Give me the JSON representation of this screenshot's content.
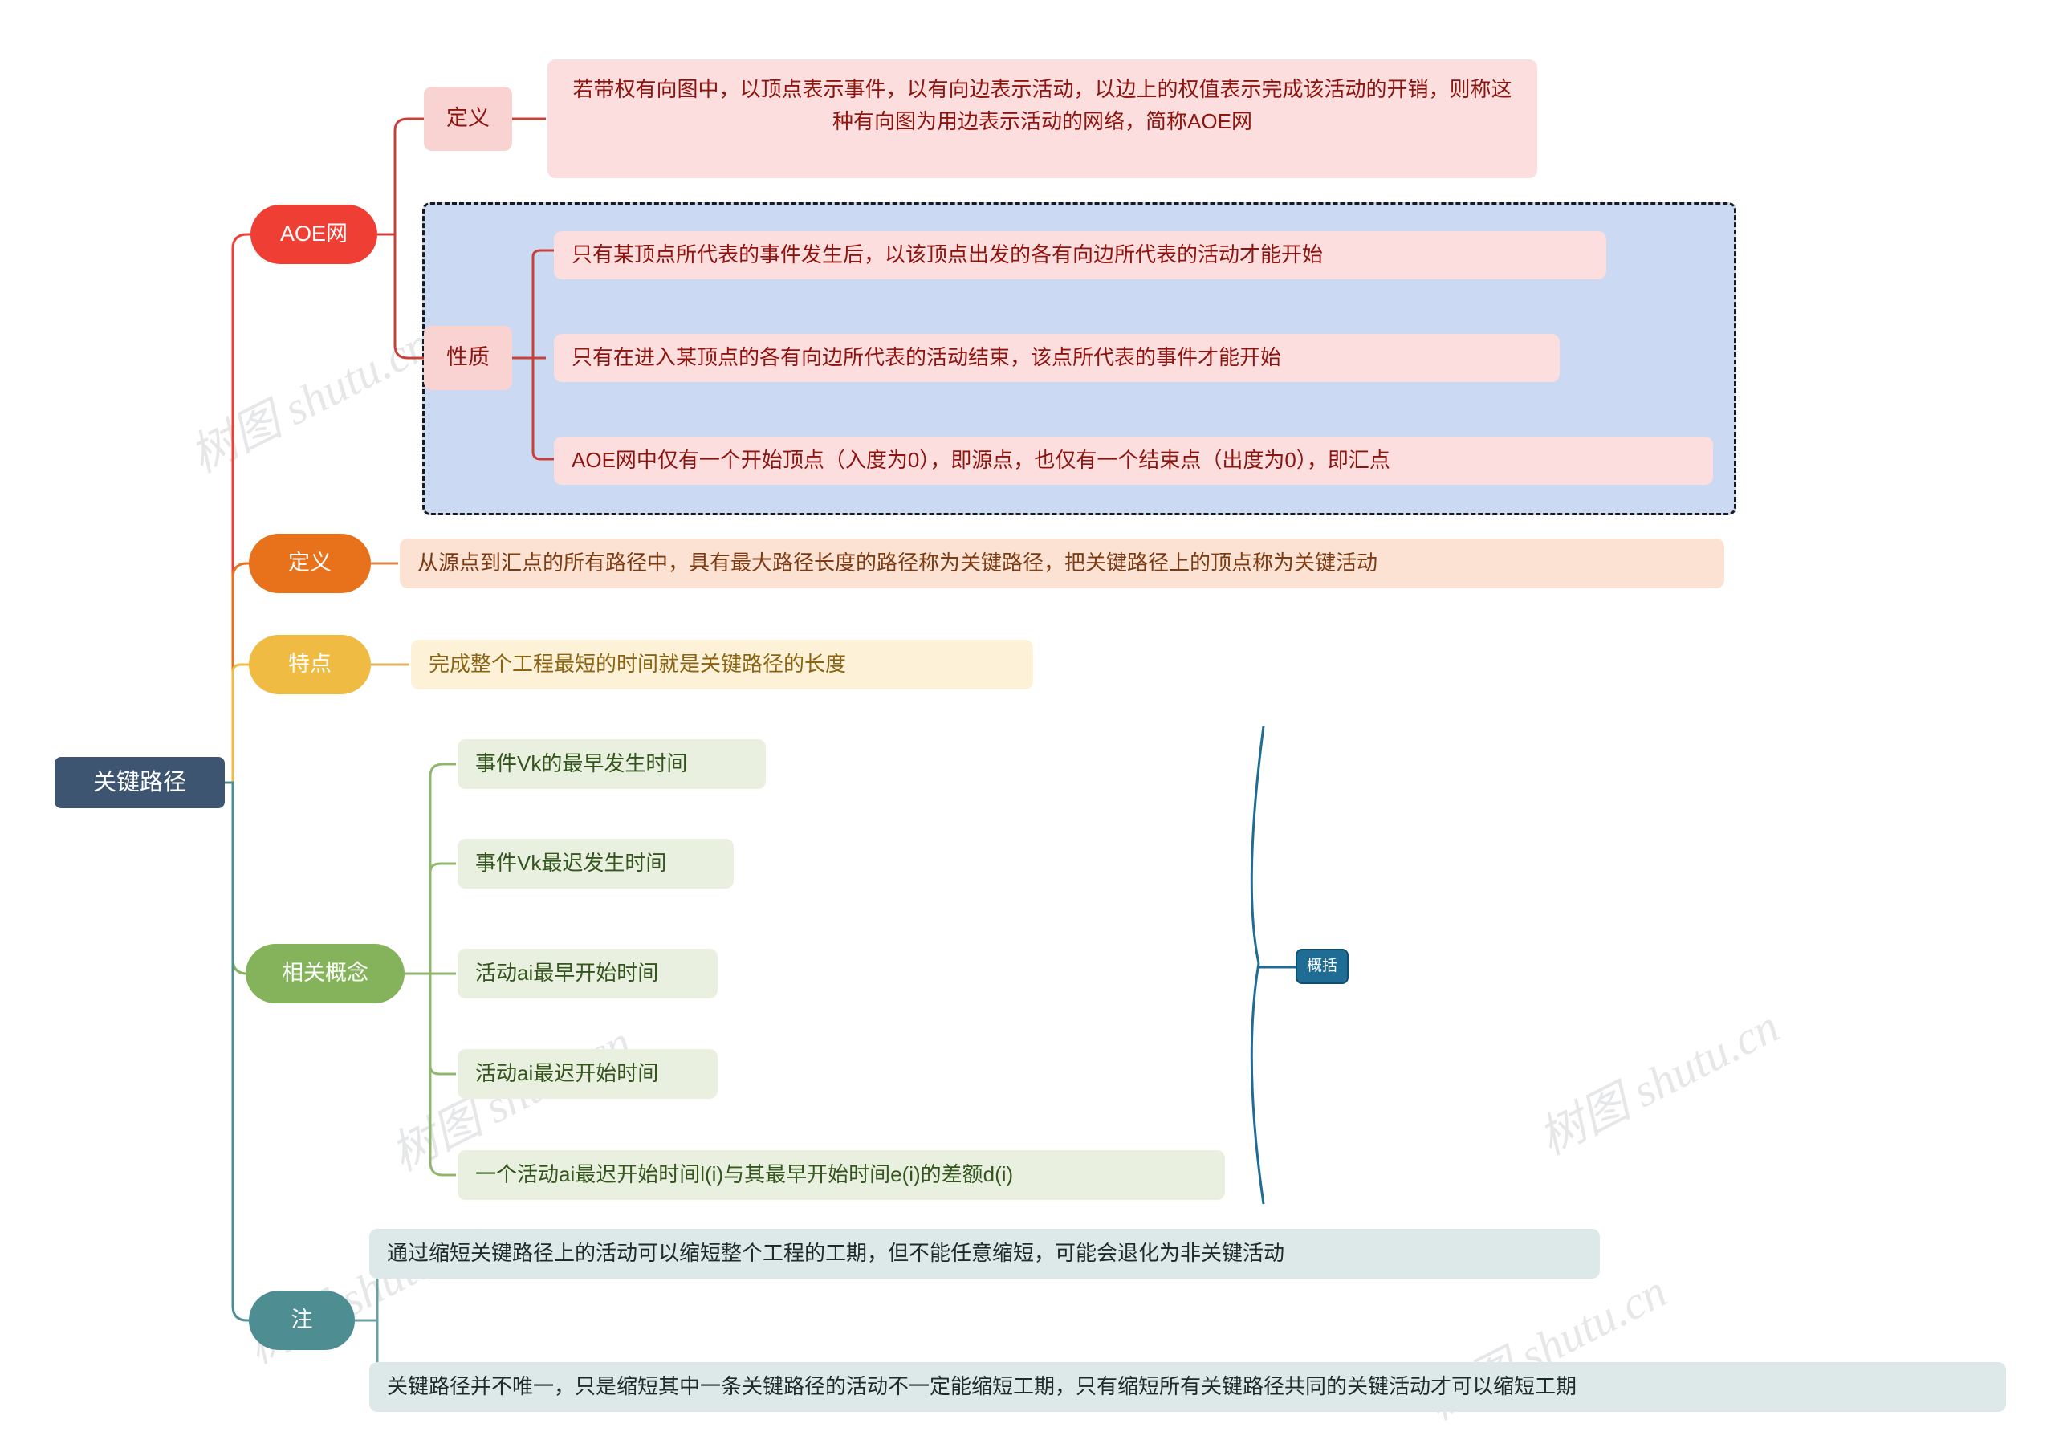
{
  "root": {
    "label": "关键路径"
  },
  "branches": [
    {
      "id": "aoe",
      "label": "AOE网",
      "color": "#ef3f35",
      "subtopics": [
        {
          "id": "aoe-def",
          "label": "定义"
        },
        {
          "id": "aoe-prop",
          "label": "性质"
        }
      ],
      "definition_text": "若带权有向图中，以顶点表示事件，以有向边表示活动，以边上的权值表示完成该活动的开销，则称这种有向图为用边表示活动的网络，简称AOE网",
      "properties": [
        "只有某顶点所代表的事件发生后，以该顶点出发的各有向边所代表的活动才能开始",
        "只有在进入某顶点的各有向边所代表的活动结束，该点所代表的事件才能开始",
        "AOE网中仅有一个开始顶点（入度为0），即源点，也仅有一个结束点（出度为0），即汇点"
      ]
    },
    {
      "id": "definition",
      "label": "定义",
      "color": "#e8711c",
      "text": "从源点到汇点的所有路径中，具有最大路径长度的路径称为关键路径，把关键路径上的顶点称为关键活动"
    },
    {
      "id": "feature",
      "label": "特点",
      "color": "#efbb43",
      "text": "完成整个工程最短的时间就是关键路径的长度"
    },
    {
      "id": "concepts",
      "label": "相关概念",
      "color": "#85b35c",
      "items": [
        "事件Vk的最早发生时间",
        "事件Vk最迟发生时间",
        "活动ai最早开始时间",
        "活动ai最迟开始时间",
        "一个活动ai最迟开始时间l(i)与其最早开始时间e(i)的差额d(i)"
      ],
      "summary_label": "概括"
    },
    {
      "id": "note",
      "label": "注",
      "color": "#4e8e92",
      "items": [
        "通过缩短关键路径上的活动可以缩短整个工程的工期，但不能任意缩短，可能会退化为非关键活动",
        "关键路径并不唯一，只是缩短其中一条关键路径的活动不一定能缩短工期，只有缩短所有关键路径共同的关键活动才可以缩短工期"
      ]
    }
  ],
  "watermarks": [
    "树图 shutu.cn",
    "树图 shutu.cn",
    "树图 shutu.cn",
    "树图 shutu.cn",
    "树图 shutu.cn",
    "树图 shutu.cn"
  ]
}
